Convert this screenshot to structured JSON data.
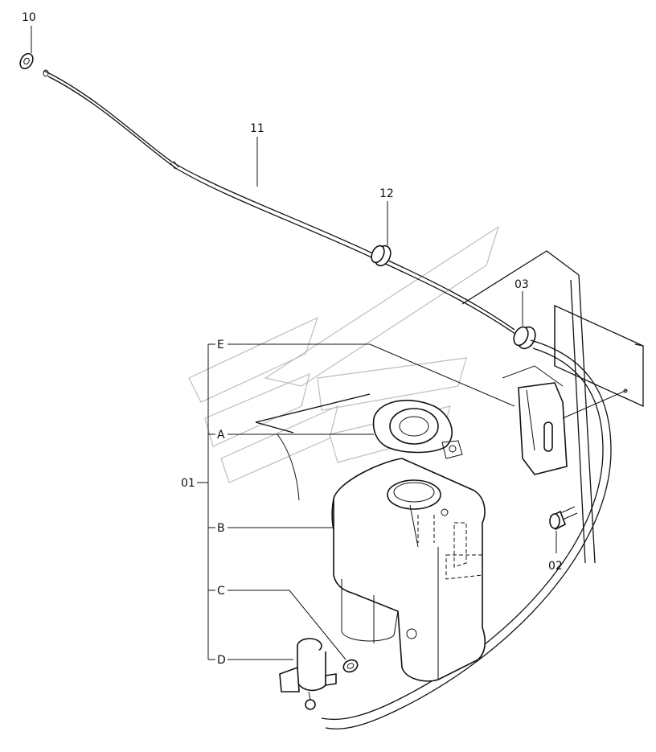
{
  "callouts": {
    "c10": "10",
    "c11": "11",
    "c12": "12",
    "c03": "03",
    "c02": "02",
    "c01": "01",
    "cA": "A",
    "cB": "B",
    "cC": "C",
    "cD": "D",
    "cE": "E"
  }
}
